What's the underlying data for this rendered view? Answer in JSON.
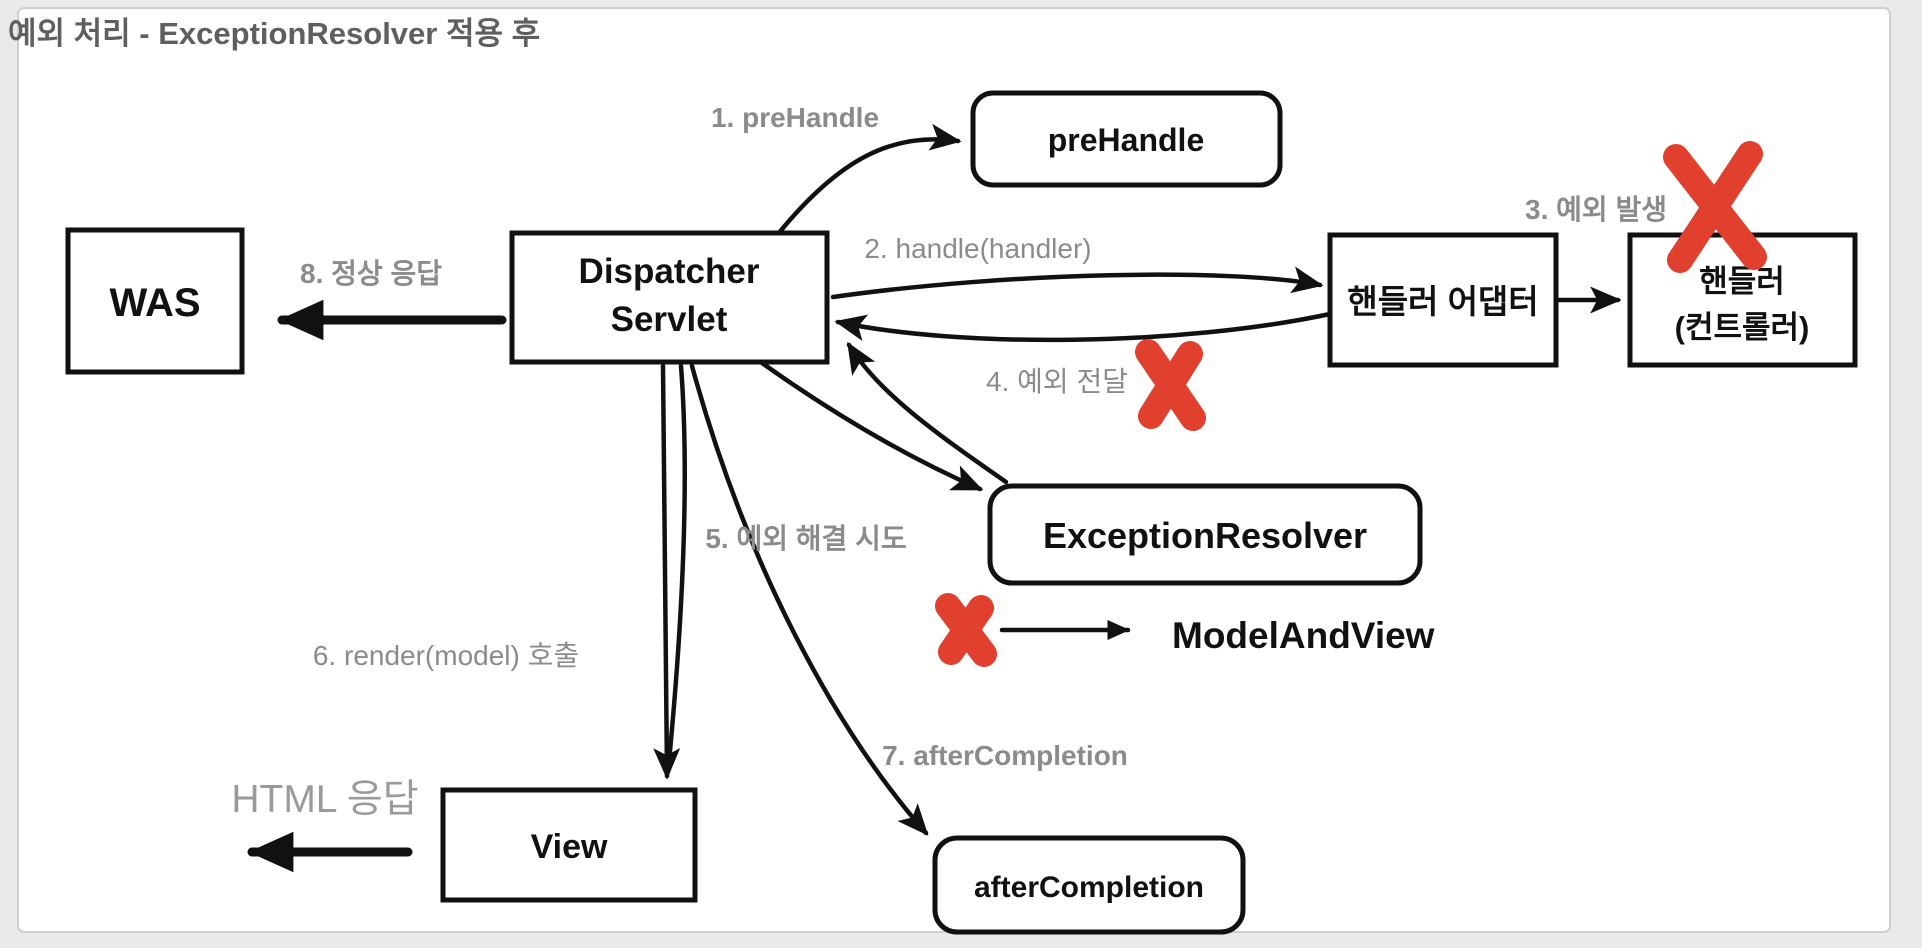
{
  "title": "예외 처리 - ExceptionResolver 적용 후",
  "colors": {
    "background": "#eaeaea",
    "canvas": "#ffffff",
    "box_border": "#111111",
    "label_gray": "#8b8b8b",
    "red_x": "#e0402d",
    "title_gray": "#5f5f5f"
  },
  "boxes": {
    "was": {
      "label": "WAS"
    },
    "dispatcher_servlet": {
      "line1": "Dispatcher",
      "line2": "Servlet"
    },
    "pre_handle": {
      "label": "preHandle"
    },
    "handler_adapter": {
      "label": "핸들러 어댑터"
    },
    "handler": {
      "line1": "핸들러",
      "line2": "(컨트롤러)"
    },
    "exception_resolver": {
      "label": "ExceptionResolver"
    },
    "view": {
      "label": "View"
    },
    "after_completion": {
      "label": "afterCompletion"
    },
    "model_and_view": {
      "label": "ModelAndView"
    }
  },
  "arrows": {
    "step1": {
      "label": "1. preHandle"
    },
    "step2": {
      "label": "2. handle(handler)"
    },
    "step3": {
      "label": "3. 예외 발생"
    },
    "step4": {
      "label": "4. 예외 전달"
    },
    "step5": {
      "label": "5. 예외 해결 시도"
    },
    "step6": {
      "label": "6. render(model) 호출"
    },
    "step7": {
      "label": "7. afterCompletion"
    },
    "step8": {
      "label": "8. 정상 응답"
    },
    "html_response": {
      "label": "HTML 응답"
    }
  }
}
